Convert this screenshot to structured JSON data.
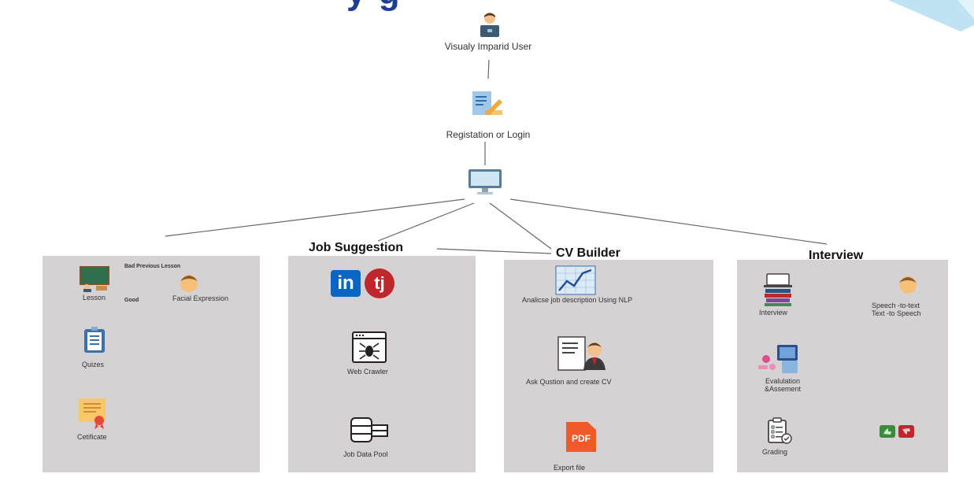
{
  "title_fragment": "y         g",
  "top": {
    "user_label": "Visualy Imparid User",
    "register_label": "Registation or Login"
  },
  "panels": {
    "learning": {
      "lesson": "Lesson",
      "facial": "Facial Expression",
      "bad_prev": "Bad Previous Lesson",
      "good": "Good",
      "quizes": "Quizes",
      "certificate": "Cetificate"
    },
    "job": {
      "heading": "Job Suggestion",
      "linkedin": "in",
      "tj": "tj",
      "crawler": "Web Crawler",
      "pool": "Job Data Pool"
    },
    "cv": {
      "heading": "CV Builder",
      "analyse": "Analicse job description Using NLP",
      "ask": "Ask Qustion and create CV",
      "pdf": "PDF",
      "export": "Export file"
    },
    "interview": {
      "heading": "Interview",
      "interview": "Interview",
      "speech_1": "Speech -to-text",
      "speech_2": "Text -to Speech",
      "eval_1": "Evalulation",
      "eval_2": "&Assement",
      "grading": "Grading"
    }
  },
  "colors": {
    "panel": "#d6d2d3",
    "line": "#555555",
    "title": "#1c3f8f",
    "corner": "#bfe3f3",
    "linkedin": "#0a66c2",
    "tj": "#c0272d",
    "pdf": "#f05a28",
    "certificate": "#f6c86b"
  }
}
